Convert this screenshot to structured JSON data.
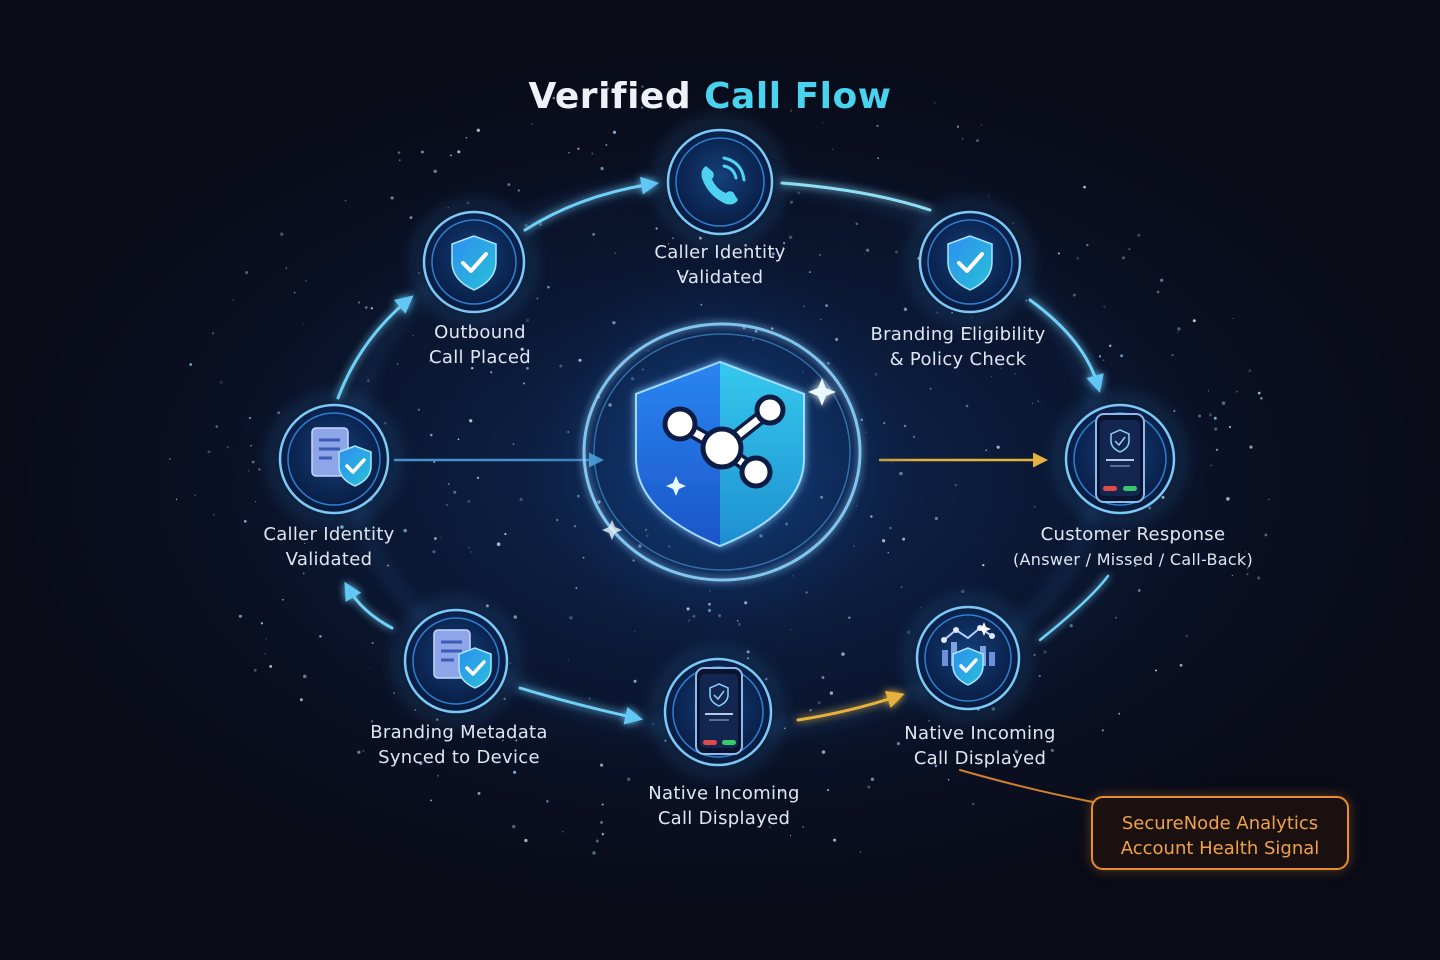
{
  "title": {
    "part1": "Verified",
    "part2": "Call Flow"
  },
  "colors": {
    "background": "#0a0d1a",
    "accent_cyan": "#49d3ef",
    "node_ring": "#5ab8f5",
    "shield_blue": "#1f6fe0",
    "shield_teal": "#22b5e0",
    "arrow_gold": "#e6b23c",
    "callout_orange": "#e98d2e",
    "label_text": "#dfe6f3"
  },
  "center": {
    "icon": "shield-network-icon"
  },
  "nodes": [
    {
      "id": "top",
      "icon": "phone-call-icon",
      "lines": [
        "Caller Identity",
        "Validated"
      ]
    },
    {
      "id": "upper-left",
      "icon": "shield-check-icon",
      "lines": [
        "Outbound",
        "Call Placed"
      ]
    },
    {
      "id": "upper-right",
      "icon": "shield-check-icon",
      "lines": [
        "Branding Eligibility",
        "& Policy Check"
      ]
    },
    {
      "id": "left",
      "icon": "document-shield-icon",
      "lines": [
        "Caller Identity",
        "Validated"
      ]
    },
    {
      "id": "right",
      "icon": "smartphone-branded-call-icon",
      "lines": [
        "Customer Response",
        "(Answer / Missed / Call-Back)"
      ]
    },
    {
      "id": "lower-left",
      "icon": "document-shield-icon",
      "lines": [
        "Branding Metadata",
        "Synced to Device"
      ]
    },
    {
      "id": "bottom",
      "icon": "smartphone-incoming-call-icon",
      "lines": [
        "Native Incoming",
        "Call Displayed"
      ]
    },
    {
      "id": "lower-right",
      "icon": "analytics-shield-icon",
      "lines": [
        "Native Incoming",
        "Call Displayed"
      ]
    }
  ],
  "callout": {
    "line1": "SecureNode Analytics",
    "line2": "Account Health Signal"
  }
}
